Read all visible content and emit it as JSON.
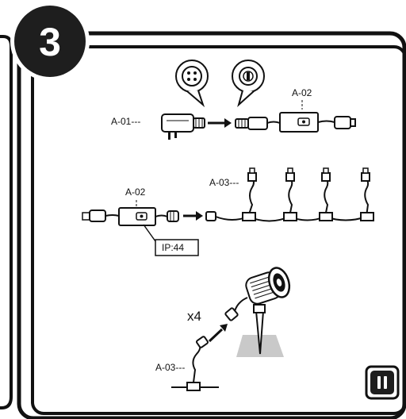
{
  "step_number": "3",
  "labels": {
    "adapter_id": "A-01---",
    "controller_id_top": "A-02",
    "controller_id_mid": "A-02",
    "string_id": "A-03---",
    "ip_rating": "IP:44",
    "quantity": "x4",
    "string_id_bottom": "A-03---"
  },
  "icons": {
    "step_badge": "step-number-badge",
    "plug_detail_1": "four-pin-plug-icon",
    "plug_detail_2": "connector-plug-icon",
    "adapter": "power-adapter-icon",
    "controller": "controller-box-icon",
    "spotlight": "garden-spotlight-icon",
    "indoor_use": "indoor-outlet-icon"
  },
  "colors": {
    "ink": "#111111",
    "badge": "#1e1e1e",
    "ground": "#c9c9c9"
  }
}
